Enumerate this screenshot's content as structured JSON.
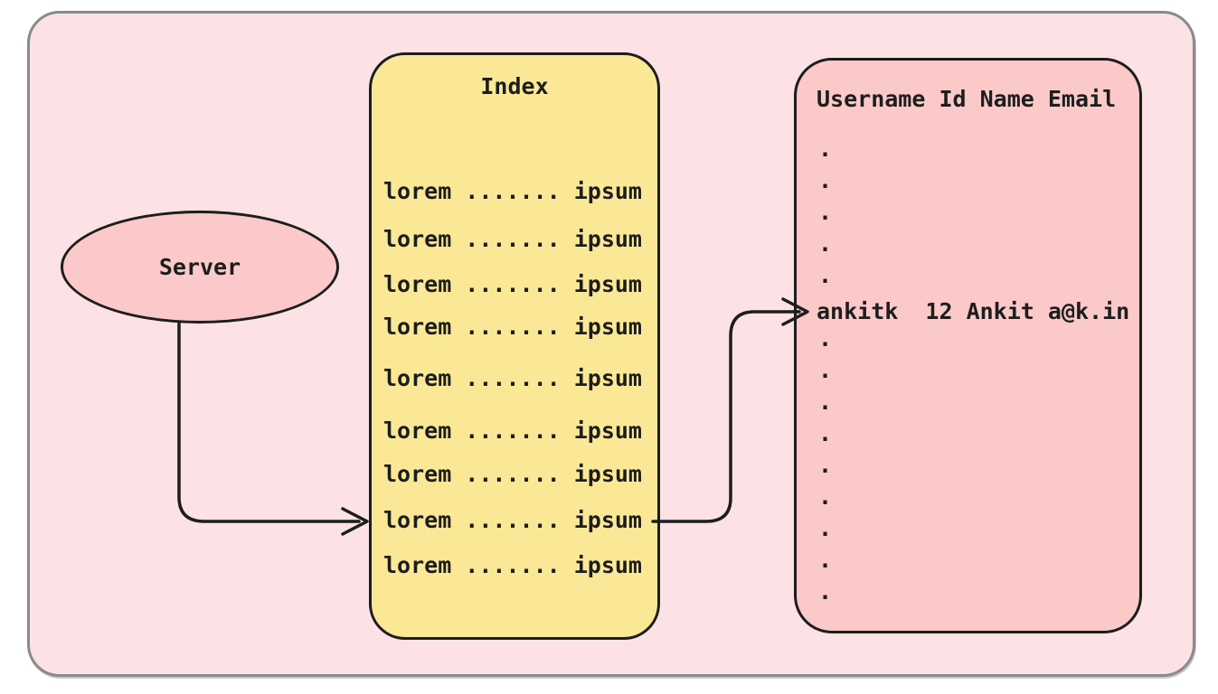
{
  "colors": {
    "page_bg": "#ffffff",
    "canvas_fill": "#fce2e4",
    "canvas_border": "#8a8a8a",
    "server_fill": "#fbc9ca",
    "index_fill": "#fbe896",
    "users_fill": "#fcc9c9",
    "stroke": "#1d1d1d"
  },
  "server": {
    "label": "Server"
  },
  "index_box": {
    "title": "Index",
    "rows": [
      "lorem ....... ipsum",
      "lorem ....... ipsum",
      "lorem ....... ipsum",
      "lorem ....... ipsum",
      "lorem ....... ipsum",
      "lorem ....... ipsum",
      "lorem ....... ipsum",
      "lorem ....... ipsum",
      "lorem ....... ipsum"
    ]
  },
  "users_box": {
    "header": "Username Id Name Email",
    "dots_above": [
      ".",
      ".",
      ".",
      ".",
      "."
    ],
    "row": "ankitk  12 Ankit a@k.in",
    "dots_below": [
      ".",
      ".",
      ".",
      ".",
      ".",
      ".",
      ".",
      ".",
      "."
    ]
  },
  "arrows": [
    {
      "from": "server",
      "to": "index-row-8"
    },
    {
      "from": "index-row-8",
      "to": "users-row-ankitk"
    }
  ]
}
